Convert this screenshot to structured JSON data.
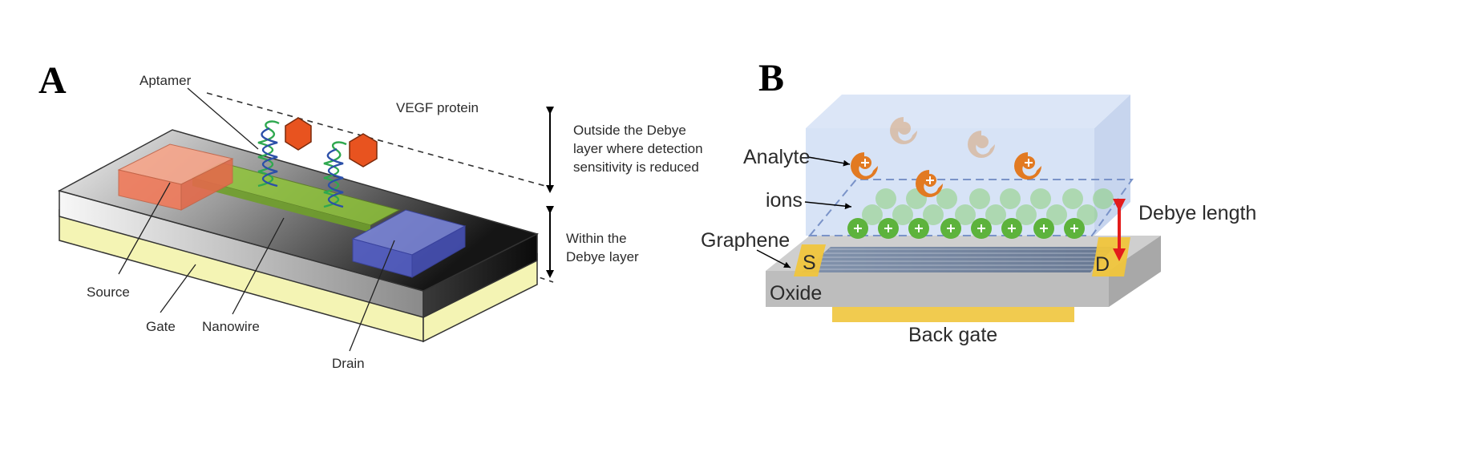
{
  "panel_a": {
    "letter": "A",
    "labels": {
      "aptamer": "Aptamer",
      "vegf": "VEGF protein",
      "outside_line1": "Outside the Debye",
      "outside_line2": "layer where detection",
      "outside_line3": "sensitivity is reduced",
      "within_line1": "Within the",
      "within_line2": "Debye layer",
      "source": "Source",
      "gate": "Gate",
      "nanowire": "Nanowire",
      "drain": "Drain"
    },
    "colors": {
      "source": "#f07a5a",
      "nanowire": "#8fc43a",
      "drain": "#5560c8",
      "gate": "#f4f4b4",
      "protein": "#e8531f",
      "helix_green": "#2fa84f",
      "helix_blue": "#2b4fa8"
    }
  },
  "panel_b": {
    "letter": "B",
    "labels": {
      "analyte": "Analyte",
      "ions": "ions",
      "debye_length": "Debye length",
      "graphene": "Graphene",
      "oxide": "Oxide",
      "back_gate": "Back gate",
      "source": "S",
      "drain": "D"
    },
    "colors": {
      "solution": "#c9d9f3",
      "ion": "#5db33c",
      "analyte": "#e27a22",
      "oxide": "#bdbdbd",
      "electrode": "#f0c53c",
      "arrow": "#e31b1b"
    }
  }
}
